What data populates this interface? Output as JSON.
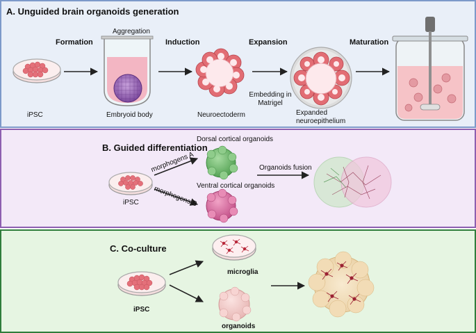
{
  "panels": {
    "a": {
      "title": "A. Unguided brain organoids generation",
      "steps": {
        "formation": "Formation",
        "aggregation": "Aggregation",
        "induction": "Induction",
        "expansion": "Expansion",
        "maturation": "Maturation"
      },
      "labels": {
        "ipsc": "iPSC",
        "embryoid_body": "Embryoid body",
        "neuroectoderm": "Neuroectoderm",
        "embedding": "Embedding in\nMatrigel",
        "expanded": "Expanded\nneuroepithelium"
      }
    },
    "b": {
      "title": "B. Guided differentiation",
      "labels": {
        "ipsc": "iPSC",
        "morphogens_a": "morphogens A",
        "morphogens_b": "morphogens B",
        "dorsal": "Dorsal cortical organoids",
        "ventral": "Ventral cortical organoids",
        "fusion": "Organoids fusion"
      }
    },
    "c": {
      "title": "C. Co-culture",
      "labels": {
        "ipsc": "iPSC",
        "microglia": "microglia",
        "organoids": "organoids"
      }
    }
  },
  "colors": {
    "panel_a_bg": "#e9eff8",
    "panel_b_bg": "#f3e9f8",
    "panel_c_bg": "#e6f5e2",
    "cell_red": "#e4707a",
    "dorsal_green": "#6dbb6b",
    "ventral_pink": "#d8649a",
    "microglia_red": "#b8283a"
  },
  "icons": [
    "petri-dish-icon",
    "test-tube-icon",
    "embryoid-body-icon",
    "neuroectoderm-icon",
    "matrigel-droplet-icon",
    "bioreactor-icon",
    "organoid-icon",
    "arrow-icon"
  ]
}
